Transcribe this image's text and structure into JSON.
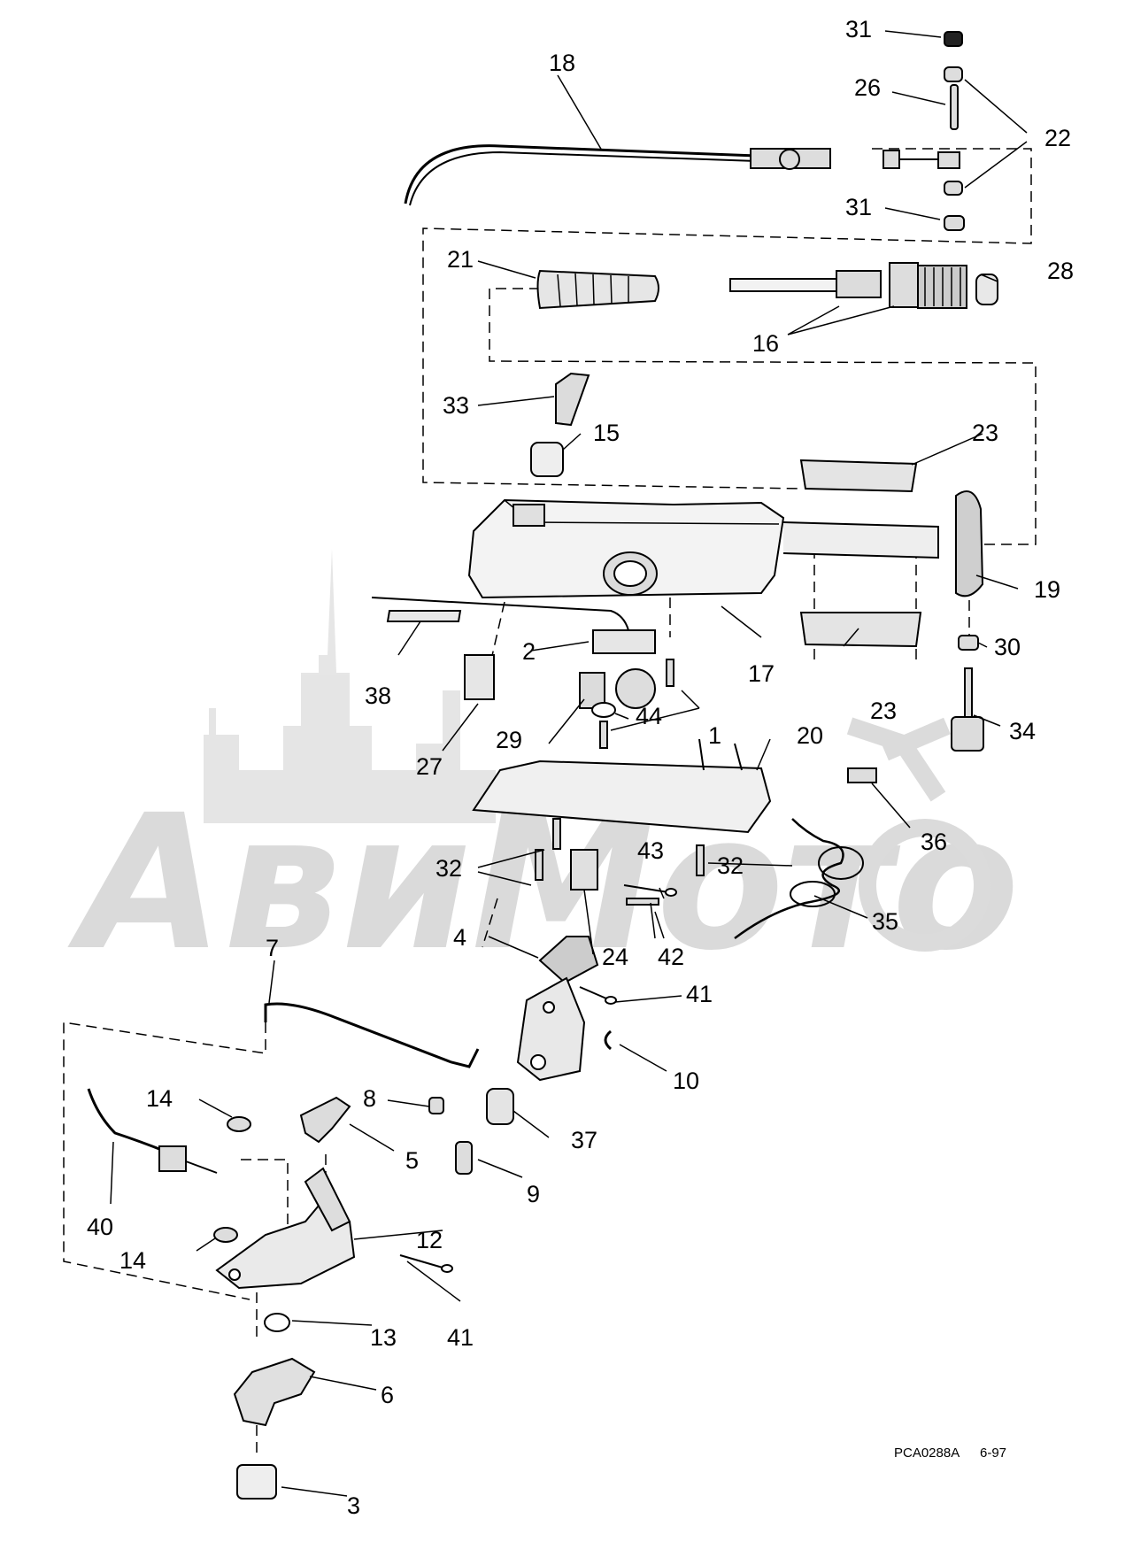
{
  "diagram": {
    "code": "PCA0288A",
    "date": "6-97",
    "watermark": "АвиМото",
    "colors": {
      "ink": "#000000",
      "paper": "#ffffff",
      "watermark": "#d6d6d6",
      "part_fill": "#eeeeee"
    },
    "labels": {
      "l1": "1",
      "l2": "2",
      "l3": "3",
      "l4": "4",
      "l5": "5",
      "l6": "6",
      "l7": "7",
      "l8": "8",
      "l9": "9",
      "l10": "10",
      "l12": "12",
      "l13": "13",
      "l14a": "14",
      "l14b": "14",
      "l15": "15",
      "l16": "16",
      "l17": "17",
      "l18": "18",
      "l19": "19",
      "l20": "20",
      "l21": "21",
      "l22": "22",
      "l23a": "23",
      "l23b": "23",
      "l24": "24",
      "l26": "26",
      "l27": "27",
      "l28": "28",
      "l29": "29",
      "l30": "30",
      "l31a": "31",
      "l31b": "31",
      "l32a": "32",
      "l32b": "32",
      "l33": "33",
      "l34": "34",
      "l35": "35",
      "l36": "36",
      "l37": "37",
      "l38": "38",
      "l40": "40",
      "l41a": "41",
      "l41b": "41",
      "l42": "42",
      "l43": "43",
      "l44": "44"
    }
  }
}
